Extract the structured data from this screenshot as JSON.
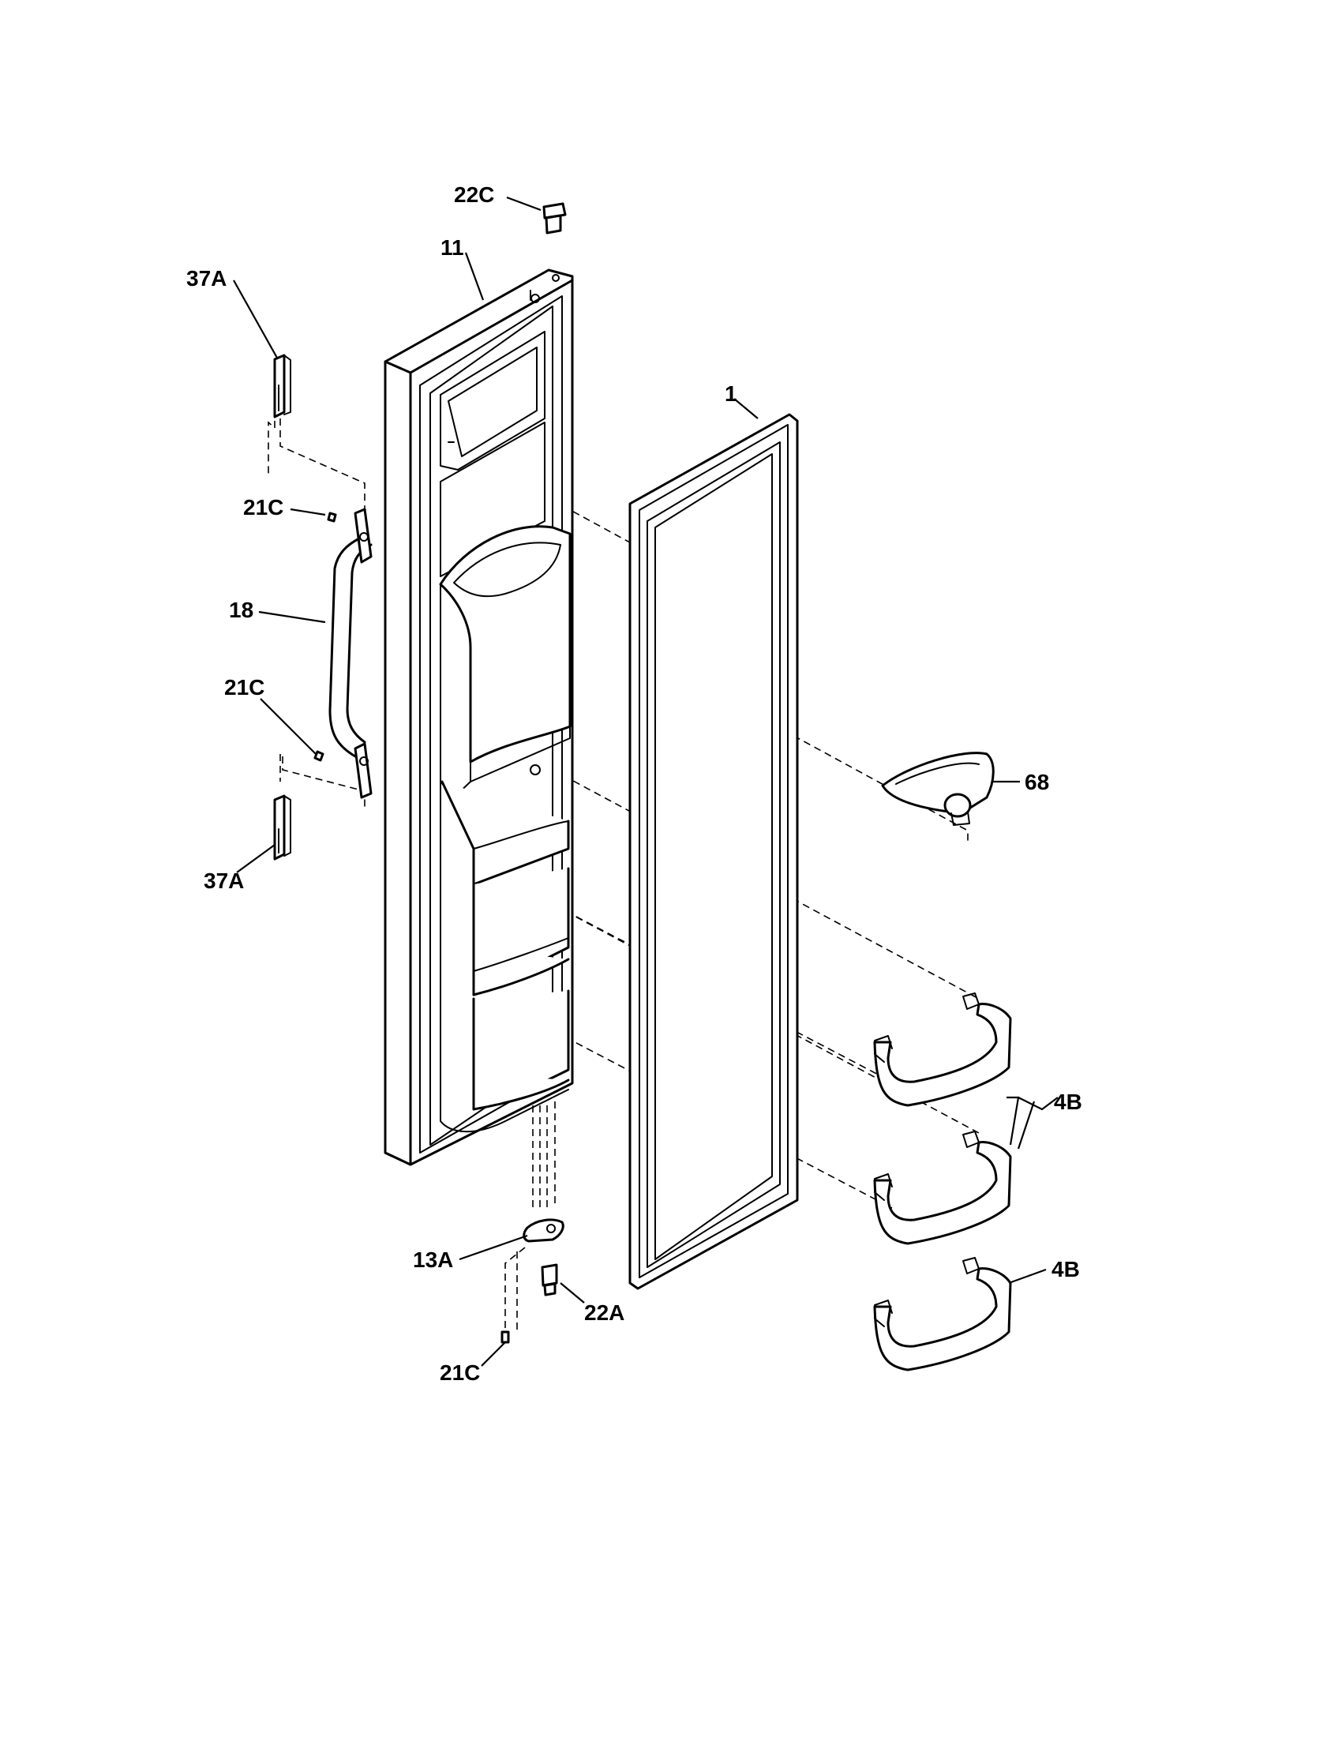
{
  "callouts": {
    "c_22C_top": "22C",
    "c_11": "11",
    "c_37A_top": "37A",
    "c_1": "1",
    "c_21C_upper": "21C",
    "c_18": "18",
    "c_21C_mid": "21C",
    "c_68": "68",
    "c_37A_bottom": "37A",
    "c_4B_mid": "4B",
    "c_13A": "13A",
    "c_4B_bottom": "4B",
    "c_22A": "22A",
    "c_21C_bottom": "21C"
  },
  "colors": {
    "line": "#000000",
    "background": "#ffffff"
  }
}
